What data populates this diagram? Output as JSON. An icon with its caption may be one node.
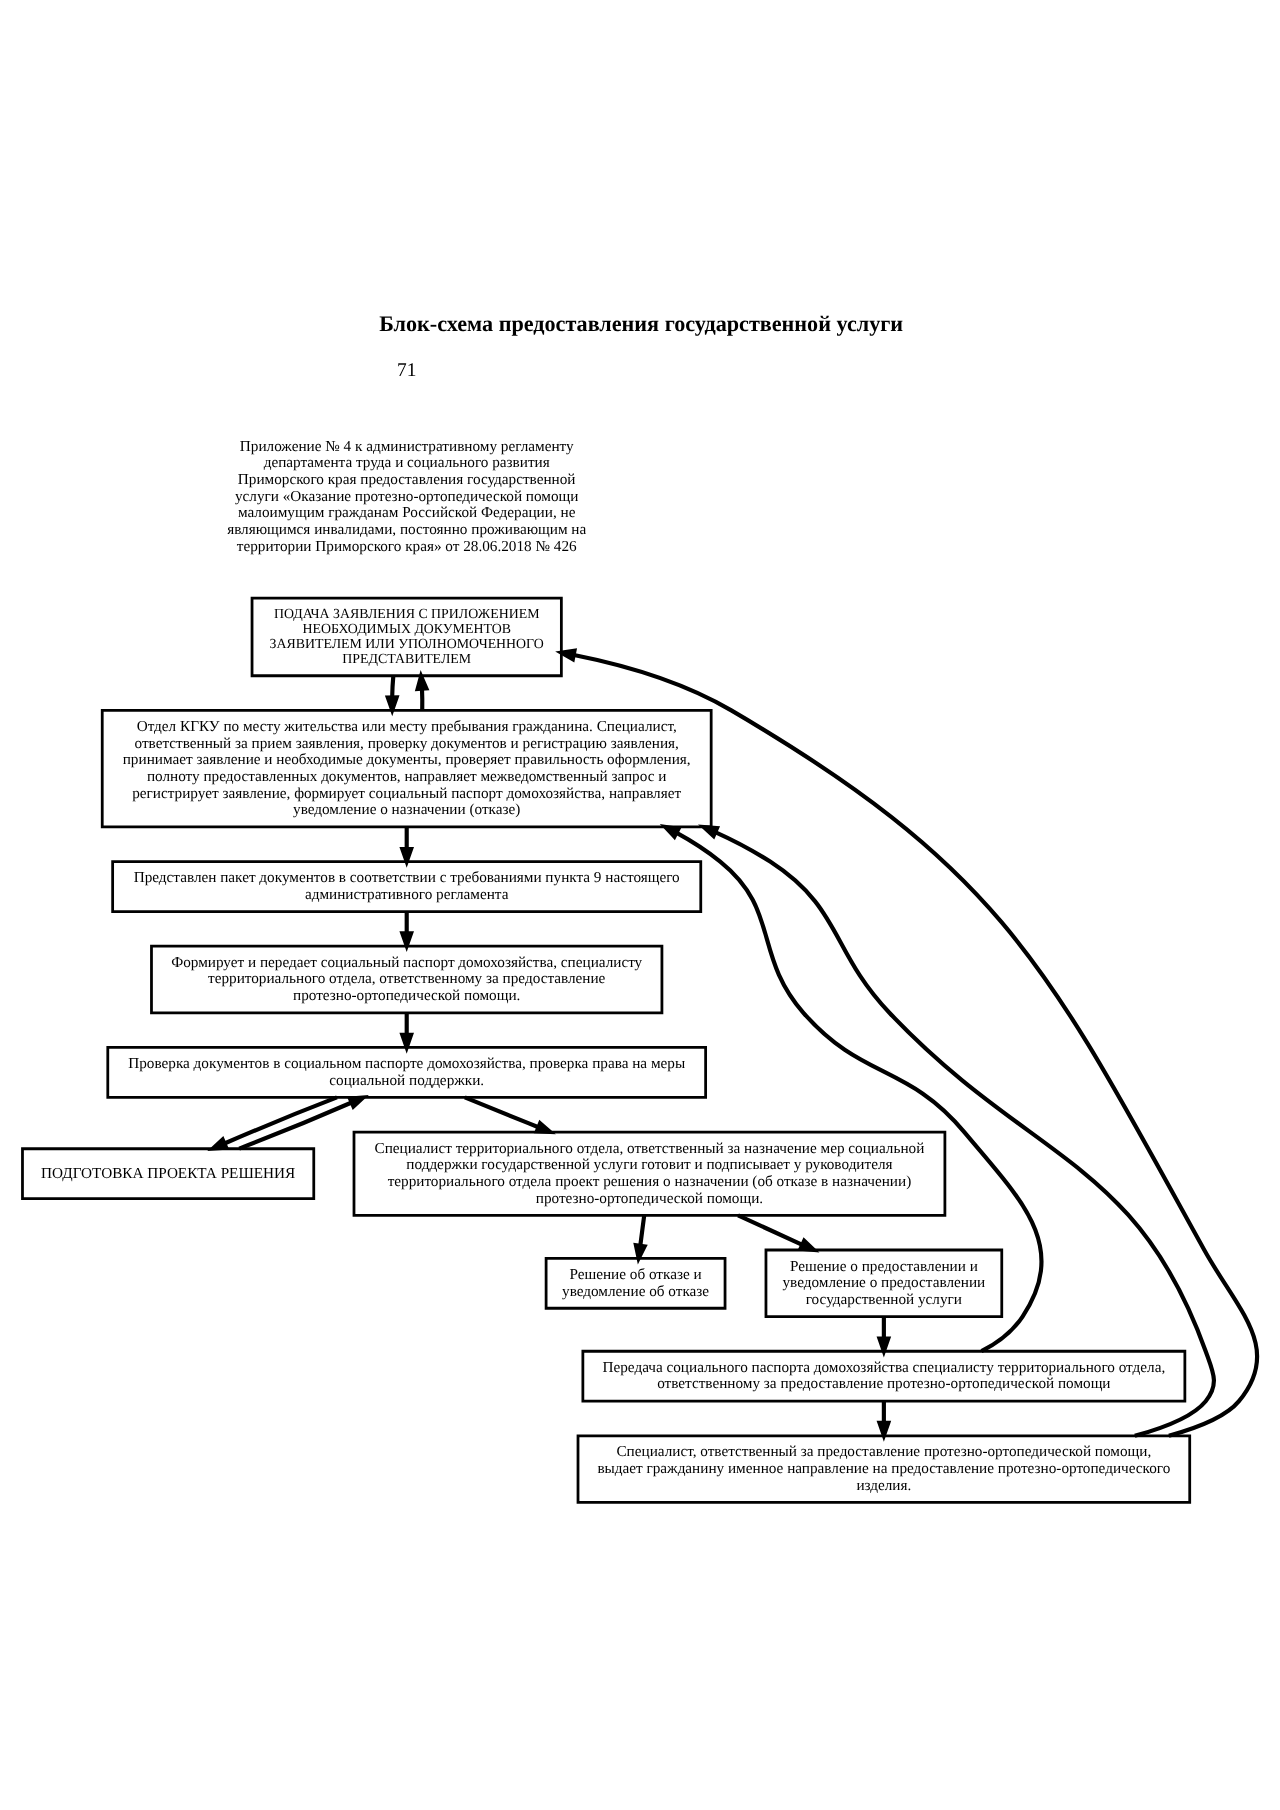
{
  "diagram": {
    "title": "Блок-схема предоставления государственной услуги",
    "nodes": [
      {
        "text": [
          "ПОДАЧА ЗАЯВЛЕНИЯ С ПРИЛОЖЕНИЕМ НЕОБХОДИМЫХ ДОКУМЕНТОВ ЗАЯВИТЕЛЕМ ИЛИ УПОЛНОМОЧЕННОГО ПРЕДСТАВИТЕЛЕМ"
        ]
      },
      {
        "text": [
          "Отдел КГКУ по месту жительства или месту пребывания гражданина. Специалист, ответственный за прием заявления, проверку документов и регистрацию заявления, принимает заявление и необходимые документы, проверяет правильность оформления, полноту предоставленных документов, направляет межведомственный запрос и регистрирует заявление, формирует социальный паспорт домохозяйства, направляет уведомление о назначении (отказе)"
        ]
      },
      {
        "text": [
          "Представлен пакет документов в соответствии с требованиями пункта 9 настоящего административного регламента"
        ]
      },
      {
        "text": [
          "Формирует и передает социальный паспорт домохозяйства, специалисту территориального отдела, ответственному за предоставление протезно-ортопедической помощи."
        ]
      },
      {
        "text": [
          "Проверка документов в социальном паспорте домохозяйства, проверка права на меры социальной поддержки."
        ]
      },
      {
        "text": [
          "ПОДГОТОВКА ПРОЕКТА РЕШЕНИЯ"
        ]
      },
      {
        "text": [
          "Специалист территориального отдела, ответственный за назначение мер социальной поддержки государственной услуги готовит и подписывает у руководителя территориального отдела проект решения о назначении (об отказе в назначении) протезно-ортопедической помощи."
        ]
      },
      {
        "text": [
          "Решение об отказе и уведомление об отказе"
        ]
      },
      {
        "text": [
          "Решение о предоставлении и уведомление о предоставлении государственной услуги"
        ]
      },
      {
        "text": [
          "Передача социального паспорта домохозяйства специалисту территориального отдела, ответственному за предоставление протезно-ортопедической помощи"
        ]
      },
      {
        "text": [
          "Специалист, ответственный за предоставление протезно-ортопедической помощи, выдает гражданину именное направление на предоставление протезно-ортопедического изделия."
        ]
      }
    ],
    "edges": [
      {
        "from": 0,
        "to": 1,
        "arrow": "to"
      },
      {
        "from": 1,
        "to": 0,
        "arrow": "to"
      },
      {
        "from": 1,
        "to": 2,
        "arrow": "to"
      },
      {
        "from": 2,
        "to": 3,
        "arrow": "to"
      },
      {
        "from": 3,
        "to": 4,
        "arrow": "to"
      },
      {
        "from": 4,
        "to": 5,
        "arrow": "to"
      },
      {
        "from": 5,
        "to": 4,
        "arrow": "to"
      },
      {
        "from": 4,
        "to": 6,
        "arrow": "to"
      },
      {
        "from": 6,
        "to": 7,
        "arrow": "to"
      },
      {
        "from": 6,
        "to": 8,
        "arrow": "to"
      },
      {
        "from": 8,
        "to": 9,
        "arrow": "to"
      },
      {
        "from": 9,
        "to": 10,
        "arrow": "to"
      },
      {
        "from": 10,
        "to": 0,
        "arrow": "to"
      },
      {
        "from": 9,
        "to": 1,
        "arrow": "to"
      },
      {
        "from": 10,
        "to": 1,
        "arrow": "to"
      }
    ],
    "labels": [
      "71",
      "Приложение № 4 к административному регламенту департамента труда и социального развития Приморского края предоставления государственной услуги «Оказание протезно-ортопедической помощи малоимущим гражданам Российской Федерации, не являющимся инвалидами, постоянно проживающим на территории Приморского края» от 28.06.2018 № 426"
    ]
  }
}
